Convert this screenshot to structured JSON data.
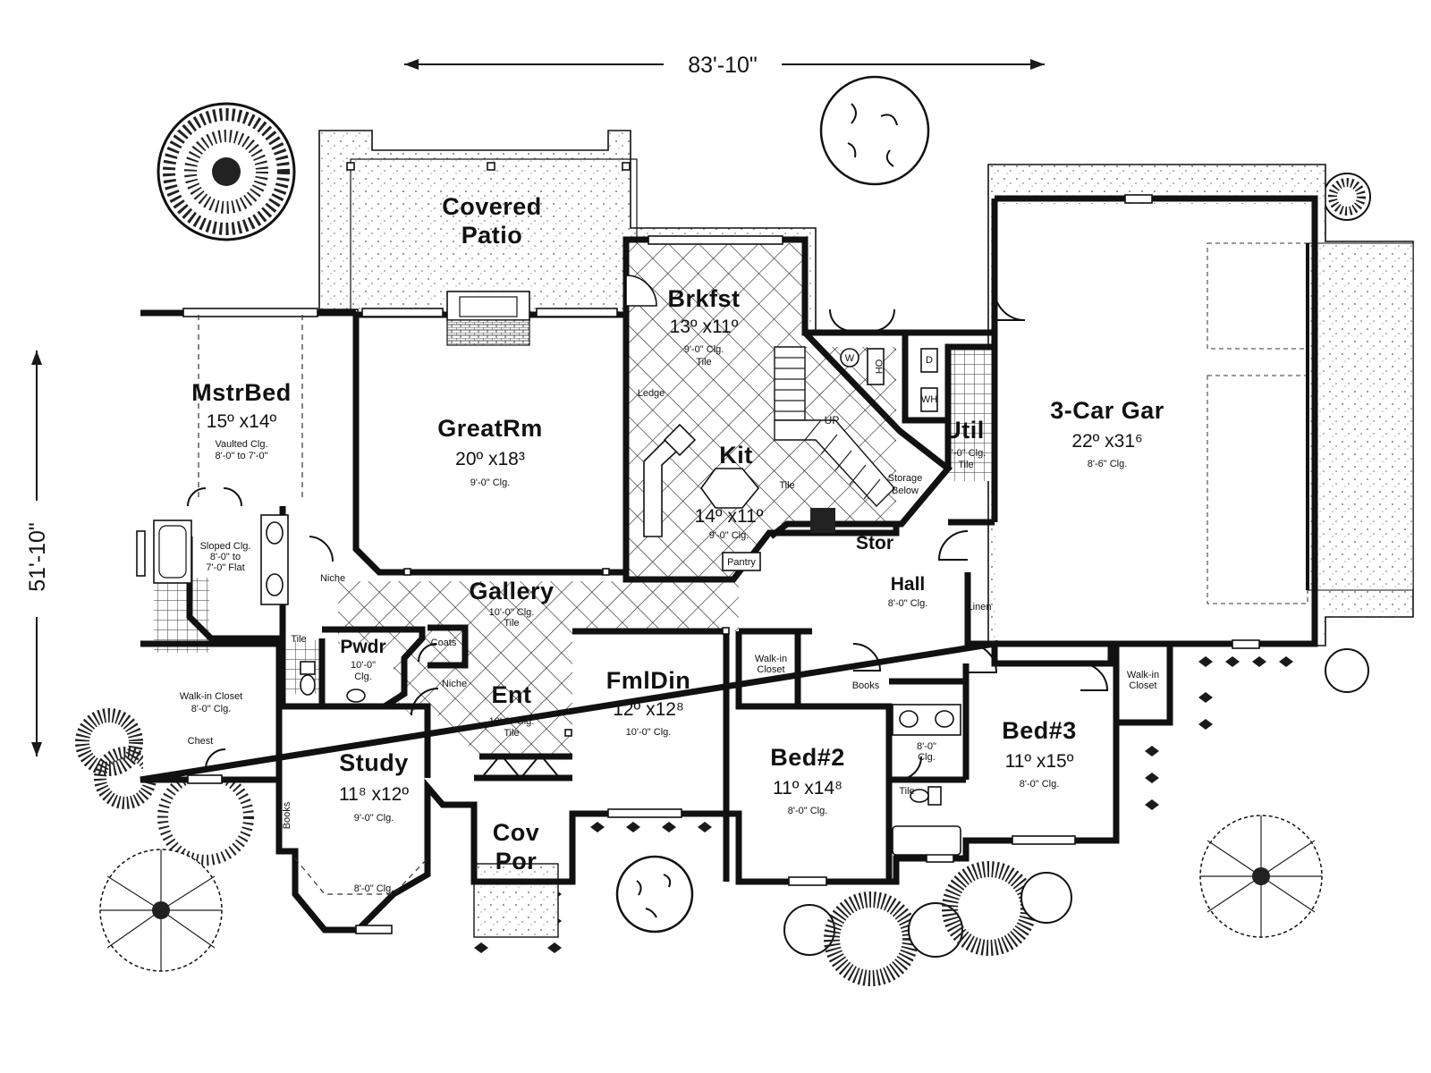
{
  "dimensions": {
    "width": "83'-10\"",
    "depth": "51'-10\""
  },
  "rooms": {
    "covered_patio": {
      "name_line1": "Covered",
      "name_line2": "Patio"
    },
    "brkfst": {
      "name": "Brkfst",
      "size": "13º x11º",
      "ceiling": "9'-0\" Clg.",
      "floor": "Tile"
    },
    "master_bed": {
      "name": "MstrBed",
      "size": "15º x14º",
      "ceiling_line1": "Vaulted Clg.",
      "ceiling_line2": "8'-0\" to 7'-0\""
    },
    "great_room": {
      "name": "GreatRm",
      "size": "20º x18³",
      "ceiling": "9'-0\" Clg."
    },
    "kitchen": {
      "name": "Kit",
      "size": "14º x11º",
      "ceiling": "9'-0\" Clg.",
      "floor": "Tile",
      "ledge": "Ledge",
      "pantry": "Pantry"
    },
    "garage": {
      "name": "3-Car Gar",
      "size": "22º x31⁶",
      "ceiling": "8'-6\" Clg."
    },
    "util": {
      "name": "Util",
      "ceiling": "8'-0\" Clg.",
      "floor": "Tile",
      "washer": "W",
      "dryer": "D",
      "water_heater": "WH",
      "freezer": "OH"
    },
    "stairs": {
      "up": "UP",
      "storage_line1": "Storage",
      "storage_line2": "Below",
      "stor": "Stor"
    },
    "gallery": {
      "name": "Gallery",
      "ceiling": "10'-0\" Clg.",
      "floor": "Tile"
    },
    "hall": {
      "name": "Hall",
      "ceiling": "8'-0\" Clg.",
      "linen": "Linen"
    },
    "master_bath": {
      "ceiling_line1": "Sloped Clg.",
      "ceiling_line2": "8'-0\" to",
      "ceiling_line3": "7'-0\" Flat",
      "niche": "Niche",
      "tile": "Tile"
    },
    "walk_in_closet_master": {
      "name": "Walk-in Closet",
      "ceiling": "8'-0\" Clg.",
      "chest": "Chest"
    },
    "pwdr": {
      "name": "Pwdr",
      "ceiling_line1": "10'-0\"",
      "ceiling_line2": "Clg.",
      "coats": "Coats"
    },
    "entry": {
      "name": "Ent",
      "ceiling": "10'-0\" Clg.",
      "floor": "Tile",
      "niche": "Niche"
    },
    "family_dining": {
      "name": "FmlDin",
      "size": "12º x12⁸",
      "ceiling": "10'-0\" Clg."
    },
    "study": {
      "name": "Study",
      "size": "11⁸ x12º",
      "ceiling": "9'-0\" Clg.",
      "bay_ceiling": "8'-0\" Clg.",
      "books": "Books"
    },
    "covered_porch": {
      "name_line1": "Cov",
      "name_line2": "Por"
    },
    "bed2": {
      "name": "Bed#2",
      "size": "11º x14⁸",
      "ceiling": "8'-0\" Clg.",
      "closet_line1": "Walk-in",
      "closet_line2": "Closet",
      "books": "Books"
    },
    "bath2": {
      "ceiling_line1": "8'-0\"",
      "ceiling_line2": "Clg.",
      "tile": "Tile"
    },
    "bed3": {
      "name": "Bed#3",
      "size": "11º x15º",
      "ceiling": "8'-0\" Clg.",
      "closet_line1": "Walk-in",
      "closet_line2": "Closet"
    }
  }
}
